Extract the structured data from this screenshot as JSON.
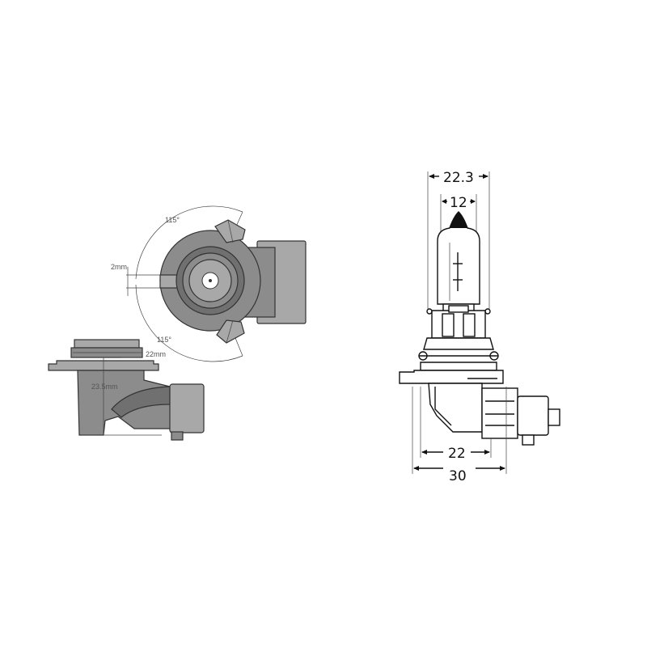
{
  "left_diagram": {
    "angle_top": "115°",
    "angle_bottom": "115°",
    "gap_label": "2mm",
    "width_label": "22mm",
    "height_label": "23.5mm"
  },
  "right_diagram": {
    "dim_top_outer": "22.3",
    "dim_top_inner": "12",
    "dim_bottom_inner": "22",
    "dim_bottom_outer": "30"
  }
}
